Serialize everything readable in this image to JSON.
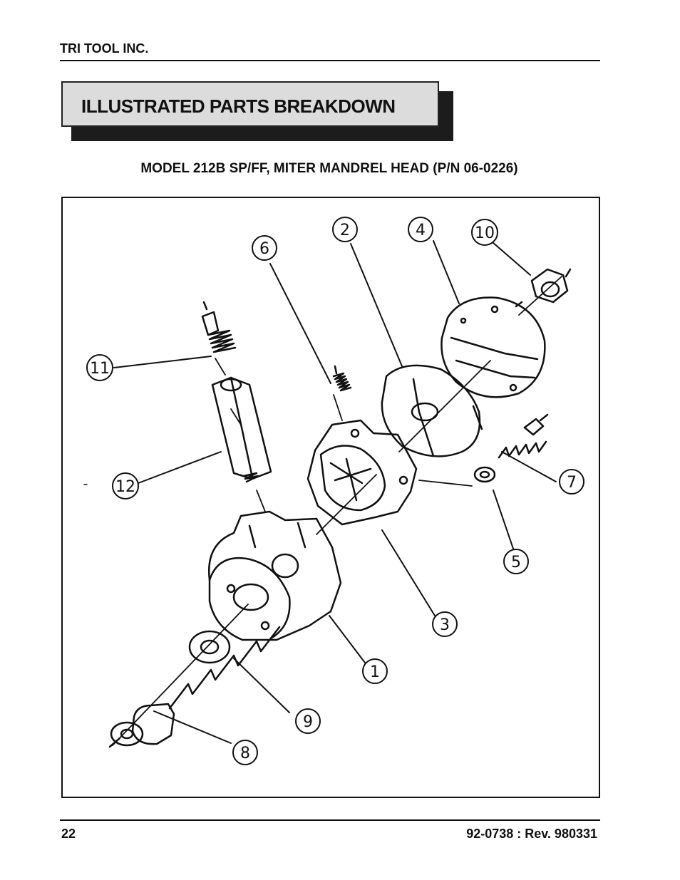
{
  "header": {
    "company": "TRI TOOL INC."
  },
  "banner": {
    "title": "ILLUSTRATED PARTS BREAKDOWN"
  },
  "subtitle": "MODEL 212B SP/FF, MITER MANDREL HEAD (P/N 06-0226)",
  "callouts": [
    "1",
    "2",
    "3",
    "4",
    "5",
    "6",
    "7",
    "8",
    "9",
    "10",
    "11",
    "12"
  ],
  "footer": {
    "page": "22",
    "document": "92-0738 : Rev. 980331"
  }
}
